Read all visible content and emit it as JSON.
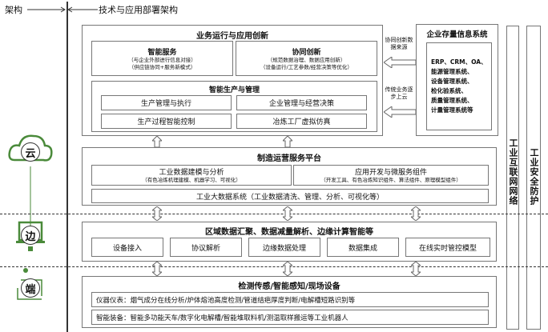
{
  "header": {
    "left": "架构",
    "right": "技术与应用部署架构"
  },
  "tiers": {
    "cloud": "云",
    "edge": "边",
    "end": "端"
  },
  "business": {
    "title": "业务运行与应用创新",
    "smart_service": {
      "title": "智能服务",
      "l1": "（与企业外部进行信息对接）",
      "l2": "（供应链协同+服务新模式）"
    },
    "collab": {
      "title": "协同创新",
      "l1": "（规范数据治理、数据应用创新）",
      "l2": "（设备运行/工艺参数/经营决策等优化）"
    },
    "production": {
      "title": "智能生产与管理",
      "items": [
        "生产管理与执行",
        "企业管理与经营决策",
        "生产过程智能控制",
        "冶炼工厂虚拟仿真"
      ]
    }
  },
  "arrows": {
    "a1": "协同创新数据来源",
    "a2": "传统业务逐步上云"
  },
  "legacy": {
    "title": "企业存量信息系统",
    "items": [
      "ERP、CRM、OA、",
      "能源管理系统、",
      "设备管理系统、",
      "检化验系统、",
      "质量管理系统、",
      "计量管理系统等"
    ]
  },
  "platform": {
    "title": "制造运营服务平台",
    "modeling": {
      "title": "工业数据建模与分析",
      "sub": "（有色冶炼机理建模、机器学习、可视化）"
    },
    "appdev": {
      "title": "应用开发与微服务组件",
      "sub": "（开发工具、有色冶炼知识组件、算法组件、原理模型组件）"
    },
    "bigdata": "工业大数据系统（工业数据清洗、管理、分析、可视化等）"
  },
  "edge": {
    "title": "区域数据汇聚、数据减量解析、边缘计算智能等",
    "items": [
      "设备接入",
      "协议解析",
      "边缘数据处理",
      "数据集成",
      "在线实时管控模型"
    ]
  },
  "device": {
    "title": "检测传感/智能感知/现场设备",
    "rows": [
      "仪器仪表：烟气成分在线分析/炉体熔池高度检测/管道结疤厚度判断/电解槽短路识别等",
      "智能装备：智能多功能天车/数字化电解槽/智能堆取料机/测温取样搬运等工业机器人"
    ]
  },
  "side": {
    "network": "工业互联网网络",
    "security": "工业安全防护"
  },
  "colors": {
    "green": "#4a8a3a"
  }
}
